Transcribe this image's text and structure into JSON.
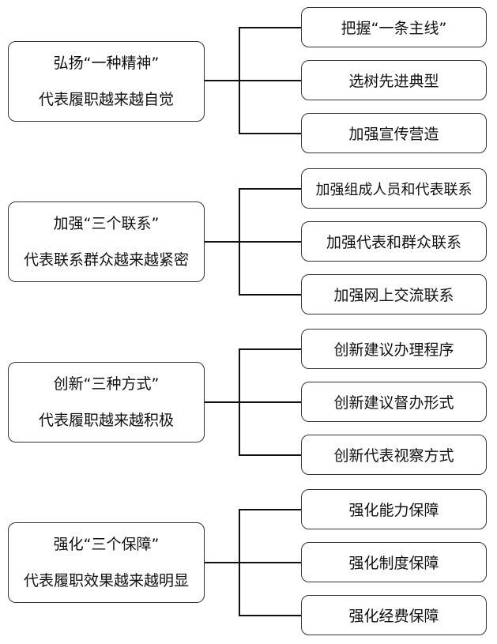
{
  "groups": [
    {
      "line1": "弘扬“一种精神”",
      "line2": "代表履职越来越自觉",
      "items": [
        "把握“一条主线”",
        "选树先进典型",
        "加强宣传营造"
      ]
    },
    {
      "line1": "加强“三个联系”",
      "line2": "代表联系群众越来越紧密",
      "items": [
        "加强组成人员和代表联系",
        "加强代表和群众联系",
        "加强网上交流联系"
      ]
    },
    {
      "line1": "创新“三种方式”",
      "line2": "代表履职越来越积极",
      "items": [
        "创新建议办理程序",
        "创新建议督办形式",
        "创新代表视察方式"
      ]
    },
    {
      "line1": "强化“三个保障”",
      "line2": "代表履职效果越来越明显",
      "items": [
        "强化能力保障",
        "强化制度保障",
        "强化经费保障"
      ]
    }
  ]
}
